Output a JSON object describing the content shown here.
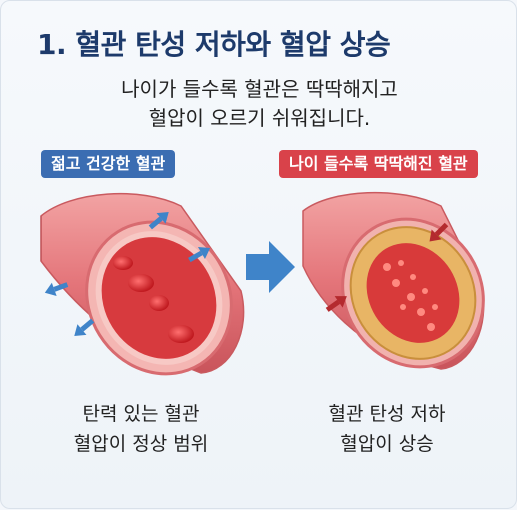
{
  "title": "1. 혈관 탄성 저하와 혈압 상승",
  "subtitle_line1": "나이가 들수록 혈관은 딱딱해지고",
  "subtitle_line2": "혈압이 오르기 쉬워집니다.",
  "left_panel": {
    "badge": "젊고 건강한 혈관",
    "caption_line1": "탄력 있는 혈관",
    "caption_line2": "혈압이 정상 범위"
  },
  "right_panel": {
    "badge": "나이 들수록 딱딱해진 혈관",
    "caption_line1": "혈관 탄성 저하",
    "caption_line2": "혈압이 상승"
  },
  "colors": {
    "title": "#1d3a6b",
    "healthy_badge": "#3b6db2",
    "stiff_badge": "#d9424a",
    "vessel": "#e4757a",
    "plaque": "#e8b565",
    "arrow_blue": "#3f84c9",
    "arrow_red": "#b42a2e"
  },
  "icons": [
    "expand-arrow-icon",
    "transition-arrow-icon",
    "pressure-arrow-icon"
  ]
}
